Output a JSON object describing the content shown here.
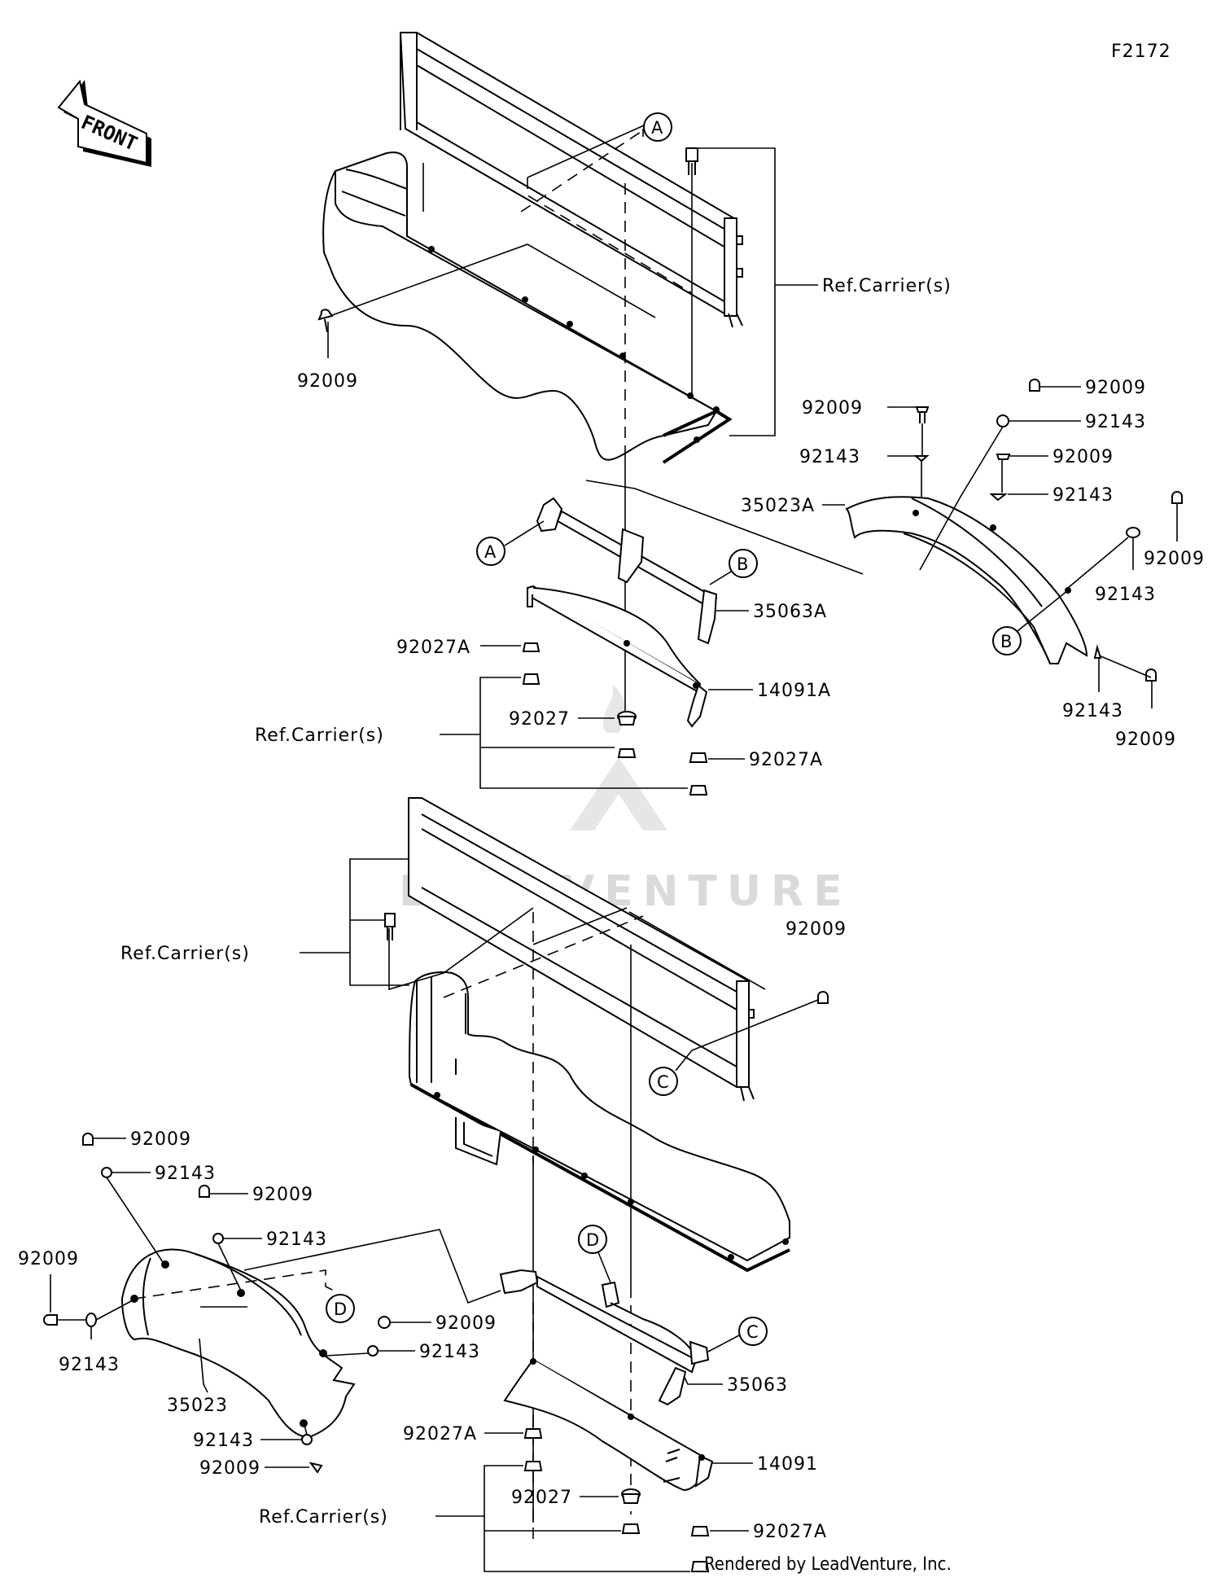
{
  "figure_code": "F2172",
  "front_label": "FRONT",
  "watermark": "LEADVENTURE",
  "credit": "Rendered by LeadVenture, Inc.",
  "callouts": {
    "a": "A",
    "b": "B",
    "c": "C",
    "d": "D"
  },
  "upper_assembly": {
    "ref_carrier_right": "Ref.Carrier(s)",
    "ref_carrier_left": "Ref.Carrier(s)",
    "bolt_left": "92009",
    "fender_part": "35023A",
    "bracket_part": "35063A",
    "frame_part": "14091A",
    "nut_a_top": "92027A",
    "nut_a_bottom": "92027A",
    "nut_center": "92027",
    "fender_bolt_1": "92009",
    "fender_washer_1": "92143",
    "fender_bolt_2": "92009",
    "fender_washer_2": "92143",
    "fender_bolt_3": "92009",
    "fender_washer_3": "92143",
    "fender_bolt_4": "92009",
    "fender_washer_4": "92143",
    "fender_washer_5": "92143",
    "fender_bolt_5": "92009"
  },
  "lower_assembly": {
    "ref_carrier_left": "Ref.Carrier(s)",
    "ref_carrier_bottom": "Ref.Carrier(s)",
    "bolt_right": "92009",
    "fender_part": "35023",
    "bracket_part": "35063",
    "frame_part": "14091",
    "nut_a_top": "92027A",
    "nut_a_bottom": "92027A",
    "nut_center": "92027",
    "fender_bolt_1": "92009",
    "fender_washer_1": "92143",
    "fender_bolt_2": "92009",
    "fender_washer_2": "92143",
    "fender_bolt_side": "92009",
    "fender_washer_side": "92143",
    "fender_bolt_3": "92009",
    "fender_washer_3": "92143",
    "fender_washer_4": "92143",
    "fender_bolt_4": "92009"
  }
}
